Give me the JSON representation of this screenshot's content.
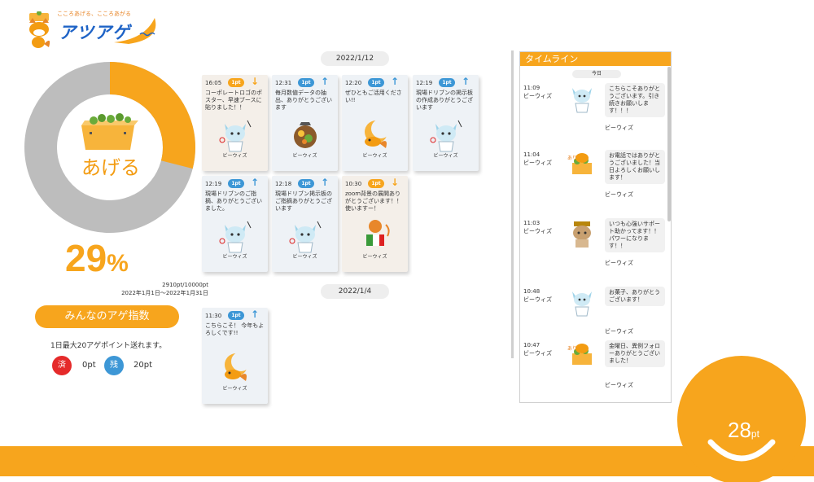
{
  "brand": {
    "tagline": "こころあげる、こころあがる",
    "logo_text": "アツアゲ"
  },
  "summary": {
    "donut_label": "あげる",
    "percent_value": "29",
    "percent_sign": "%",
    "ratio": 0.29,
    "points_total": "2910pt/10000pt",
    "period": "2022年1月1日～2022年1月31日",
    "index_button": "みんなのアゲ指数",
    "daily_note": "1日最大20アゲポイント送れます。",
    "used_badge": "済",
    "used_value": "0pt",
    "left_badge": "残",
    "left_value": "20pt"
  },
  "dates": {
    "first": "2022/1/12",
    "second": "2022/1/4"
  },
  "cards": [
    {
      "time": "16:05",
      "pt": "1pt",
      "direction": "down",
      "message": "コーポレートロゴのポスター、早速ブースに貼りました！！",
      "sender": "ビーウィズ",
      "icon": "cat-character-icon",
      "tone": "beige"
    },
    {
      "time": "12:31",
      "pt": "1pt",
      "direction": "up",
      "message": "毎月数値データの抽出、ありがとうございます",
      "sender": "ビーウィズ",
      "icon": "food-icon",
      "tone": "blue"
    },
    {
      "time": "12:20",
      "pt": "1pt",
      "direction": "up",
      "message": "ぜひともご活用ください!!",
      "sender": "ビーウィズ",
      "icon": "fox-moon-icon",
      "tone": "blue"
    },
    {
      "time": "12:19",
      "pt": "1pt",
      "direction": "up",
      "message": "現場ドリブンの掲示板の作成ありがとうございます",
      "sender": "ビーウィズ",
      "icon": "cat-character-icon",
      "tone": "blue"
    },
    {
      "time": "12:19",
      "pt": "1pt",
      "direction": "up",
      "message": "現場ドリブンのご指摘、ありがとうございました。",
      "sender": "ビーウィズ",
      "icon": "cat-character-icon",
      "tone": "blue"
    },
    {
      "time": "12:18",
      "pt": "1pt",
      "direction": "up",
      "message": "現場ドリブン掲示板のご指摘ありがとうございます",
      "sender": "ビーウィズ",
      "icon": "cat-character-icon",
      "tone": "blue"
    },
    {
      "time": "10:30",
      "pt": "1pt",
      "direction": "down",
      "message": "zoom背景の展開ありがとうございます！！使いますー！",
      "sender": "ビーウィズ",
      "icon": "flag-fruit-icon",
      "tone": "beige"
    },
    {
      "time": "11:30",
      "pt": "1pt",
      "direction": "up",
      "message": "こちらこそ！ 今年もよろしくです!!",
      "sender": "ビーウィズ",
      "icon": "fox-moon-icon",
      "tone": "blue"
    }
  ],
  "timeline": {
    "header": "タイムライン",
    "today": "今日",
    "entries": [
      {
        "time": "11:09",
        "from": "ビーウィズ",
        "message": "こちらこそありがとうございます。引き続きお願いします！！！",
        "name": "ビーウィズ",
        "icon": "cat-character-icon"
      },
      {
        "time": "11:04",
        "from": "ビーウィズ",
        "message": "お電話ではありがとうございました！当日よろしくお願いします！",
        "name": "ビーウィズ",
        "icon": "fox-tofu-icon"
      },
      {
        "time": "11:03",
        "from": "ビーウィズ",
        "message": "いつも心強いサポート助かってます！！パワーになります！！",
        "name": "ビーウィズ",
        "icon": "hat-cat-icon"
      },
      {
        "time": "10:48",
        "from": "ビーウィズ",
        "message": "お菓子、ありがとうございます！",
        "name": "ビーウィズ",
        "icon": "cat-character-icon"
      },
      {
        "time": "10:47",
        "from": "ビーウィズ",
        "message": "金曜日、異例フォローありがとうございました！",
        "name": "ビーウィズ",
        "icon": "fox-tofu-icon"
      }
    ]
  },
  "footer": {
    "points": "28",
    "unit": "pt"
  },
  "colors": {
    "accent": "#f7a51d",
    "blue": "#3d97d6",
    "red": "#e52a2a",
    "donut_rest": "#bdbdbd"
  }
}
